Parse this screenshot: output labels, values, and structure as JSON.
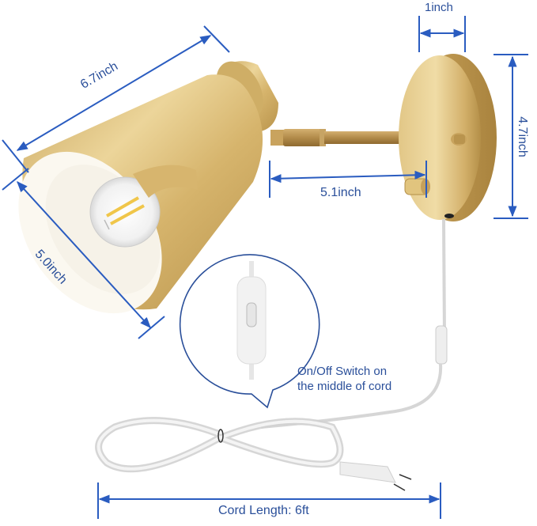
{
  "product": "Gold plug-in wall sconce with clear cord and inline switch",
  "colors": {
    "dimension_line": "#2a5cc0",
    "label_text": "#2a4f9a",
    "brass_light": "#e8cf8a",
    "brass_mid": "#d2b068",
    "brass_dark": "#b08d45",
    "shade_interior": "#fbf8f0",
    "cord": "#d8d8d8",
    "background": "#ffffff"
  },
  "dimensions": {
    "shade_length": "6.7inch",
    "shade_diameter": "5.0inch",
    "arm_extension": "5.1inch",
    "backplate_depth": "1inch",
    "backplate_height": "4.7inch",
    "cord_length": "Cord Length: 6ft"
  },
  "callout": {
    "line1": "On/Off Switch on",
    "line2": "the middle of cord"
  },
  "components": [
    "lamp-shade",
    "led-filament-bulb",
    "swing-arm",
    "round-backplate",
    "adjust-knob",
    "clear-cord",
    "inline-switch",
    "two-prong-plug"
  ]
}
